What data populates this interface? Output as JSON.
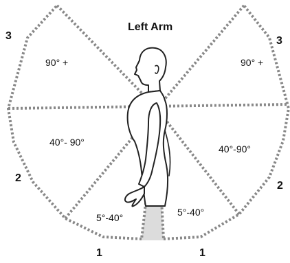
{
  "title": "Left Arm",
  "zones": {
    "upper_left": "90° +",
    "upper_right": "90° +",
    "middle_left": "40°- 90°",
    "middle_right": "40°-90°",
    "lower_left": "5°-40°",
    "lower_right": "5°-40°"
  },
  "numbers": {
    "top_left": "3",
    "top_right": "3",
    "mid_left": "2",
    "mid_right": "2",
    "bottom_left": "1",
    "bottom_right": "1"
  },
  "colors": {
    "boundary": "#888888",
    "neutral_wedge": "#d9d9d9",
    "figure_stroke": "#222222"
  }
}
